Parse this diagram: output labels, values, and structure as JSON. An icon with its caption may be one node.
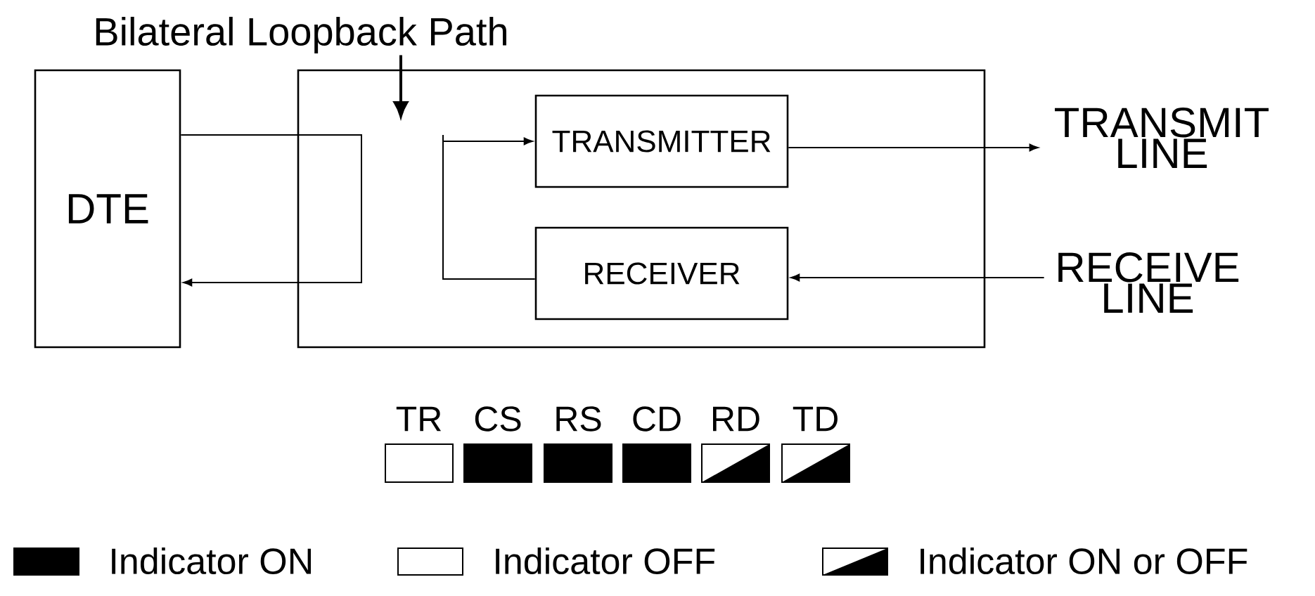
{
  "diagram": {
    "nodes": [
      {
        "text": [
          "Bilateral Loopback Path"
        ]
      },
      {
        "text": [
          "DTE"
        ]
      },
      {
        "text": [],
        "shape": "box"
      },
      {
        "text": [
          "TRANSMITTER"
        ],
        "in": 2
      },
      {
        "text": [
          "RECEIVER"
        ],
        "in": 2
      },
      {
        "text": [
          "TRANSMIT LINE"
        ]
      },
      {
        "text": [
          "RECEIVE LINE"
        ]
      }
    ],
    "edges": [
      {
        "from": 0,
        "to": null,
        "arrow": "to"
      },
      {
        "from": 1,
        "to": 1,
        "arrow": "to"
      },
      {
        "from": 4,
        "to": 3,
        "arrow": "to"
      },
      {
        "from": 3,
        "to": 5,
        "arrow": "to"
      },
      {
        "from": 6,
        "to": 4,
        "arrow": "to"
      }
    ],
    "labels": [
      "TR",
      "CS",
      "RS",
      "CD",
      "RD",
      "TD"
    ],
    "legend": [
      {
        "text": "Indicator ON",
        "color": "#000000"
      },
      {
        "text": "Indicator OFF"
      },
      {
        "text": "Indicator ON or OFF"
      }
    ]
  }
}
